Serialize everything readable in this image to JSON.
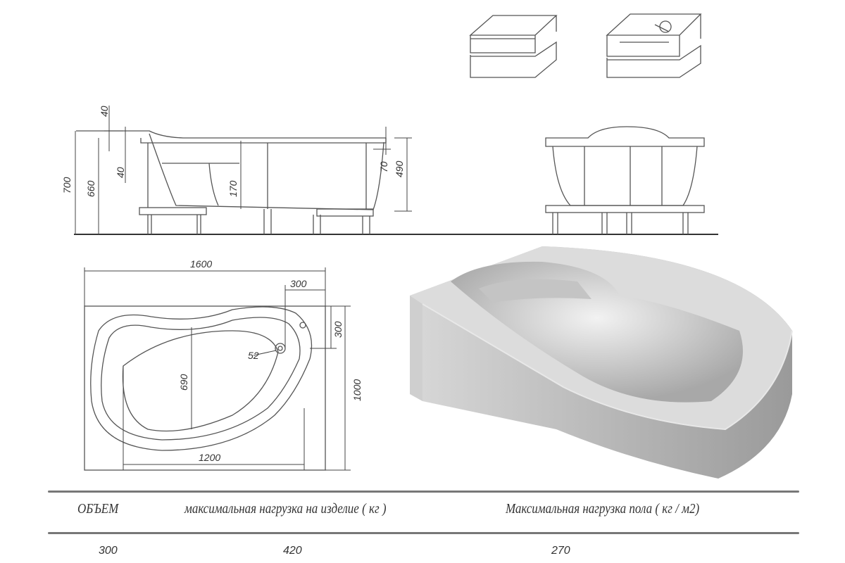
{
  "side_view": {
    "dims": {
      "total_height": "700",
      "rim_height": "660",
      "top_offset": "40",
      "rim_step": "40",
      "seat_depth": "170",
      "rim_inner": "70",
      "depth": "490"
    }
  },
  "plan_view": {
    "dims": {
      "length": "1600",
      "drain_x": "300",
      "drain_y": "300",
      "drain_diameter": "52",
      "inner_width": "690",
      "width": "1000",
      "inner_length": "1200"
    }
  },
  "table": {
    "headers": [
      "ОБЪЕМ",
      "максимальная нагрузка на изделие ( кг )",
      "Максимальная нагрузка пола ( кг / м2)"
    ],
    "values": [
      "300",
      "420",
      "270"
    ]
  }
}
